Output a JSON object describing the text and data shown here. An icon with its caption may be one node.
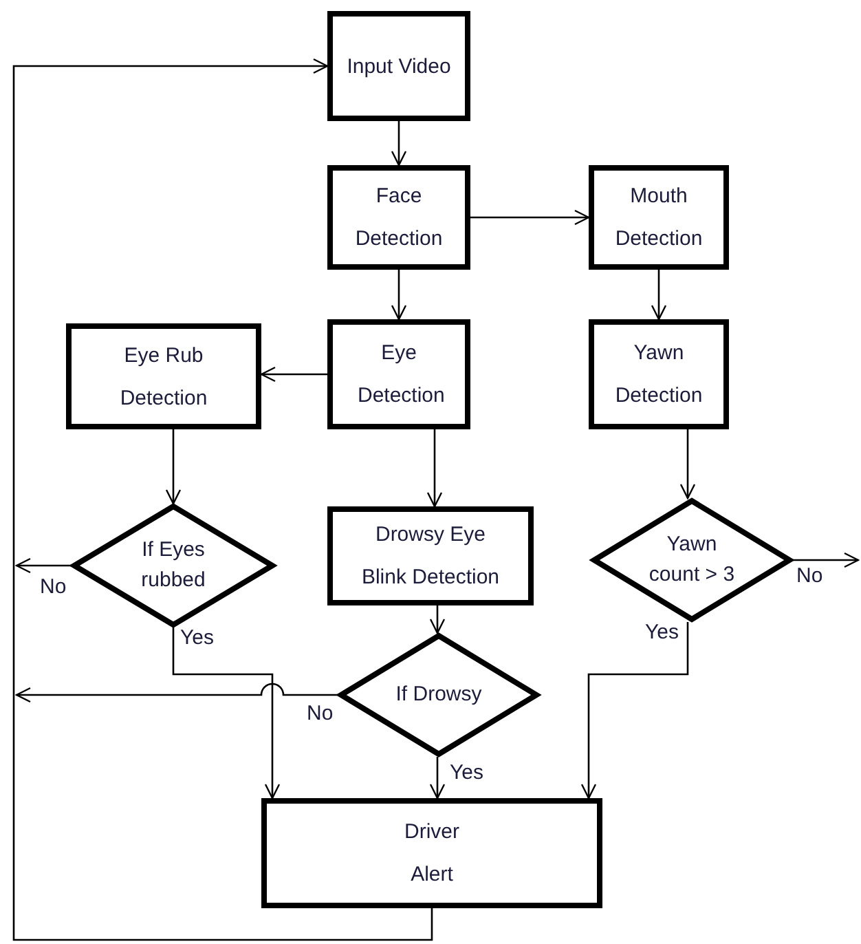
{
  "diagram": {
    "nodes": [
      {
        "text": [
          "Input Video"
        ]
      },
      {
        "text": [
          "Face Detection"
        ]
      },
      {
        "text": [
          "Mouth Detection"
        ]
      },
      {
        "text": [
          "Eye Rub Detection"
        ]
      },
      {
        "text": [
          "Eye Detection"
        ]
      },
      {
        "text": [
          "Yawn Detection"
        ]
      },
      {
        "text": [
          "If Eyes rubbed"
        ]
      },
      {
        "text": [
          "Drowsy Eye Blink Detection"
        ]
      },
      {
        "text": [
          "Yawn count > 3"
        ]
      },
      {
        "text": [
          "If Drowsy"
        ]
      },
      {
        "text": [
          "Driver Alert"
        ]
      }
    ],
    "edges": [
      {
        "from": 0,
        "to": 1,
        "arrow": "to"
      },
      {
        "from": 1,
        "to": 2,
        "arrow": "to"
      },
      {
        "from": 1,
        "to": 4,
        "arrow": "to"
      },
      {
        "from": 4,
        "to": 3,
        "arrow": "to"
      },
      {
        "from": 2,
        "to": 5,
        "arrow": "to"
      },
      {
        "from": 3,
        "to": 6,
        "arrow": "to"
      },
      {
        "from": 4,
        "to": 7,
        "arrow": "to"
      },
      {
        "from": 5,
        "to": 8,
        "arrow": "to"
      },
      {
        "from": 7,
        "to": 9,
        "arrow": "to"
      },
      {
        "from": 6,
        "to": 10,
        "label": "Yes",
        "arrow": "to"
      },
      {
        "from": 9,
        "to": 10,
        "label": "Yes",
        "arrow": "to"
      },
      {
        "from": 8,
        "to": 10,
        "label": "Yes",
        "arrow": "to"
      },
      {
        "from": 6,
        "to": null,
        "label": "No",
        "arrow": "to"
      },
      {
        "from": 9,
        "to": null,
        "label": "No",
        "arrow": "to"
      },
      {
        "from": 8,
        "to": null,
        "label": "No",
        "arrow": "to"
      },
      {
        "from": 10,
        "to": 0,
        "arrow": "to"
      }
    ]
  }
}
